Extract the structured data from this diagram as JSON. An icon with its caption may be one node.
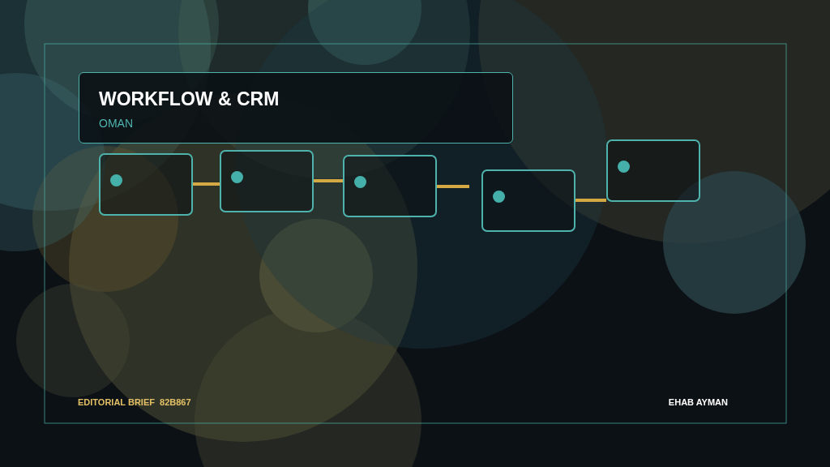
{
  "diagram": {
    "nodes": [
      {
        "text": [
          "WORKFLOW & CRM",
          "OMAN"
        ]
      },
      {
        "text": [],
        "shape": "box"
      },
      {
        "text": [],
        "shape": "box"
      },
      {
        "text": [],
        "shape": "box"
      },
      {
        "text": [],
        "shape": "box"
      },
      {
        "text": [],
        "shape": "box"
      }
    ],
    "edges": [
      {
        "from": 1,
        "to": 2,
        "arrow": "none"
      },
      {
        "from": 2,
        "to": 3,
        "arrow": "none"
      },
      {
        "from": 3,
        "to": 4,
        "arrow": "none"
      },
      {
        "from": 4,
        "to": 5,
        "arrow": "none"
      }
    ],
    "labels": [
      "EDITORIAL BRIEF  82B867",
      "EHAB AYMAN"
    ]
  }
}
